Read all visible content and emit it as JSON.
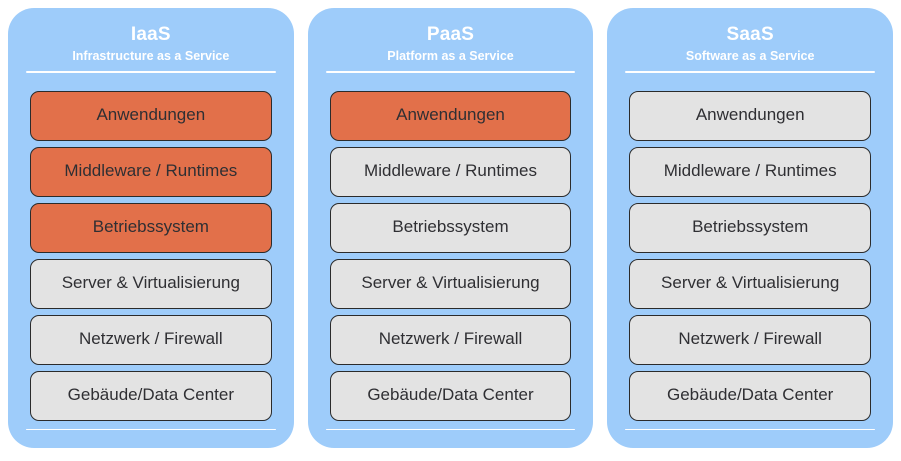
{
  "diagram": {
    "type": "layered-comparison",
    "colors": {
      "panel_background": "#9ECCFA",
      "page_background": "#FFFFFF",
      "layer_default": "#E3E3E3",
      "layer_highlight": "#E2704A",
      "layer_border": "#2B2B2B",
      "header_text": "#FFFFFF",
      "layer_text": "#2F2F33"
    },
    "panels": [
      {
        "id": "iaas",
        "title": "IaaS",
        "subtitle": "Infrastructure as a Service",
        "layers": [
          {
            "label": "Anwendungen",
            "state": "highlight"
          },
          {
            "label": "Middleware / Runtimes",
            "state": "highlight"
          },
          {
            "label": "Betriebssystem",
            "state": "highlight"
          },
          {
            "label": "Server & Virtualisierung",
            "state": "default"
          },
          {
            "label": "Netzwerk / Firewall",
            "state": "default"
          },
          {
            "label": "Gebäude/Data Center",
            "state": "default"
          }
        ]
      },
      {
        "id": "paas",
        "title": "PaaS",
        "subtitle": "Platform as a Service",
        "layers": [
          {
            "label": "Anwendungen",
            "state": "highlight"
          },
          {
            "label": "Middleware / Runtimes",
            "state": "default"
          },
          {
            "label": "Betriebssystem",
            "state": "default"
          },
          {
            "label": "Server & Virtualisierung",
            "state": "default"
          },
          {
            "label": "Netzwerk / Firewall",
            "state": "default"
          },
          {
            "label": "Gebäude/Data Center",
            "state": "default"
          }
        ]
      },
      {
        "id": "saas",
        "title": "SaaS",
        "subtitle": "Software as a Service",
        "layers": [
          {
            "label": "Anwendungen",
            "state": "default"
          },
          {
            "label": "Middleware / Runtimes",
            "state": "default"
          },
          {
            "label": "Betriebssystem",
            "state": "default"
          },
          {
            "label": "Server & Virtualisierung",
            "state": "default"
          },
          {
            "label": "Netzwerk / Firewall",
            "state": "default"
          },
          {
            "label": "Gebäude/Data Center",
            "state": "default"
          }
        ]
      }
    ]
  }
}
